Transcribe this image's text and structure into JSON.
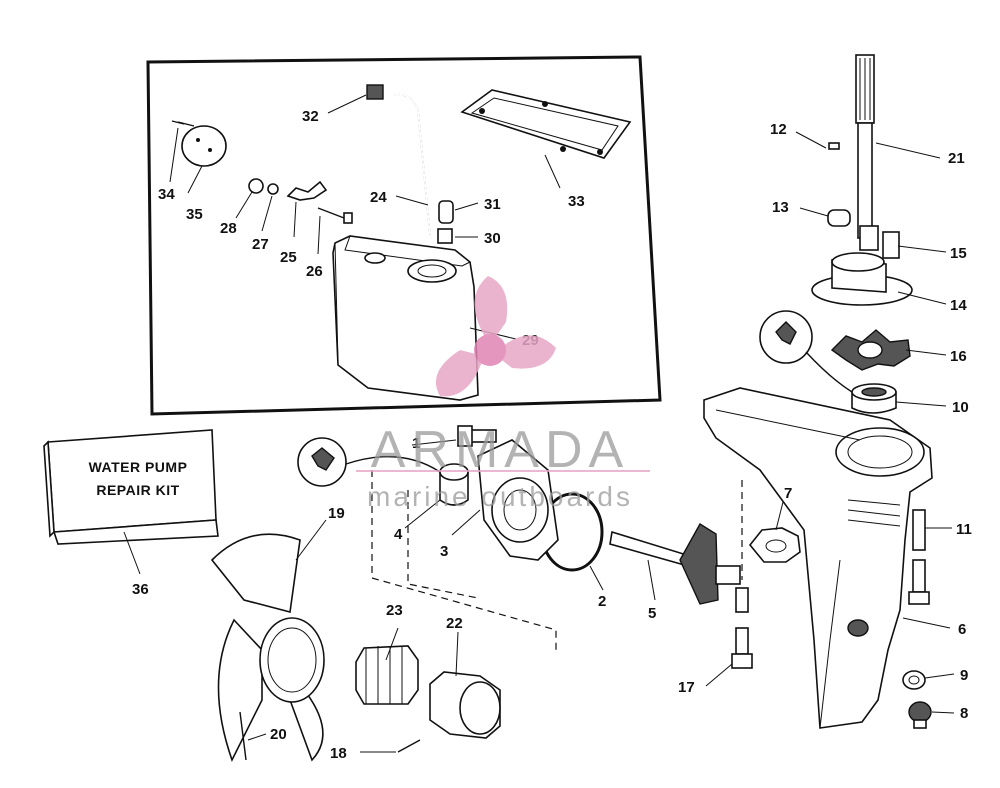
{
  "kit_box": {
    "line1": "WATER PUMP",
    "line2": "REPAIR KIT"
  },
  "watermark": {
    "brand": "ARMADA",
    "tagline": "marine outboards"
  },
  "parts": {
    "p1": "1",
    "p2": "2",
    "p3": "3",
    "p4": "4",
    "p5": "5",
    "p6": "6",
    "p7": "7",
    "p8": "8",
    "p9": "9",
    "p10": "10",
    "p11": "11",
    "p12": "12",
    "p13": "13",
    "p14": "14",
    "p15": "15",
    "p16": "16",
    "p17": "17",
    "p18": "18",
    "p19": "19",
    "p20": "20",
    "p21": "21",
    "p22": "22",
    "p23": "23",
    "p24": "24",
    "p25": "25",
    "p26": "26",
    "p27": "27",
    "p28": "28",
    "p29": "29",
    "p30": "30",
    "p31": "31",
    "p32": "32",
    "p33": "33",
    "p34": "34",
    "p35": "35",
    "p36": "36"
  },
  "colors": {
    "ink": "#111111",
    "watermark_text": "#9a9a9a",
    "watermark_logo": "#e7a6c6",
    "logo_hub": "#e084b4"
  }
}
